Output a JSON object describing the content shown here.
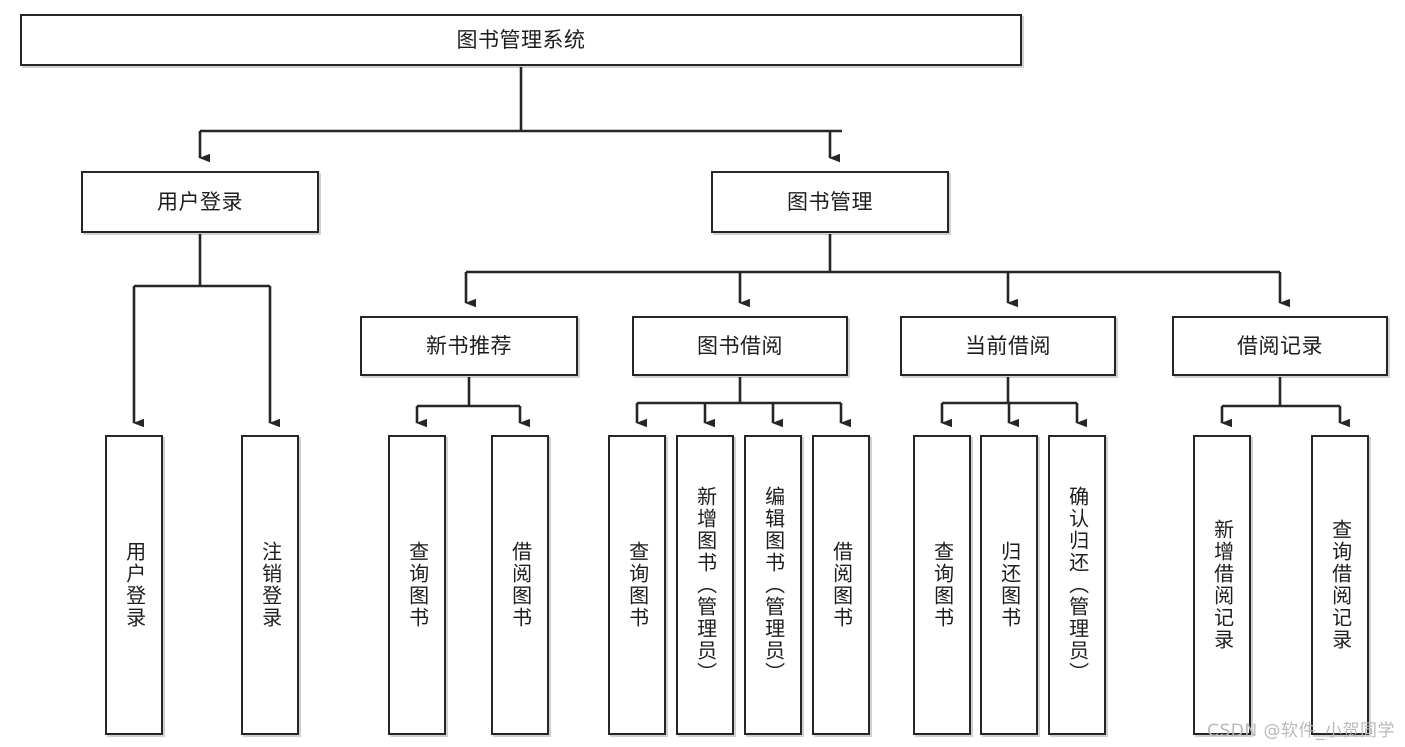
{
  "diagram": {
    "title": "图书管理系统",
    "type": "hierarchy-tree",
    "colors": {
      "box_border": "#262626",
      "box_fill": "#ffffff",
      "connector": "#262626",
      "text": "#1d1d1d",
      "watermark": "#b9b9b9",
      "background": "#ffffff"
    },
    "root": {
      "label": "图书管理系统"
    },
    "level2": [
      {
        "label": "用户登录"
      },
      {
        "label": "图书管理"
      }
    ],
    "level3": [
      {
        "label": "新书推荐"
      },
      {
        "label": "图书借阅"
      },
      {
        "label": "当前借阅"
      },
      {
        "label": "借阅记录"
      }
    ],
    "leaves": {
      "user_login": [
        {
          "label": "用户登录"
        },
        {
          "label": "注销登录"
        }
      ],
      "new_book_recommend": [
        {
          "label": "查询图书"
        },
        {
          "label": "借阅图书"
        }
      ],
      "book_borrow": [
        {
          "label": "查询图书"
        },
        {
          "label": "新增图书（管理员）"
        },
        {
          "label": "编辑图书（管理员）"
        },
        {
          "label": "借阅图书"
        }
      ],
      "current_borrow": [
        {
          "label": "查询图书"
        },
        {
          "label": "归还图书"
        },
        {
          "label": "确认归还（管理员）"
        }
      ],
      "borrow_record": [
        {
          "label": "新增借阅记录"
        },
        {
          "label": "查询借阅记录"
        }
      ]
    }
  },
  "watermark": {
    "text": "CSDN @软件_小贺同学"
  }
}
